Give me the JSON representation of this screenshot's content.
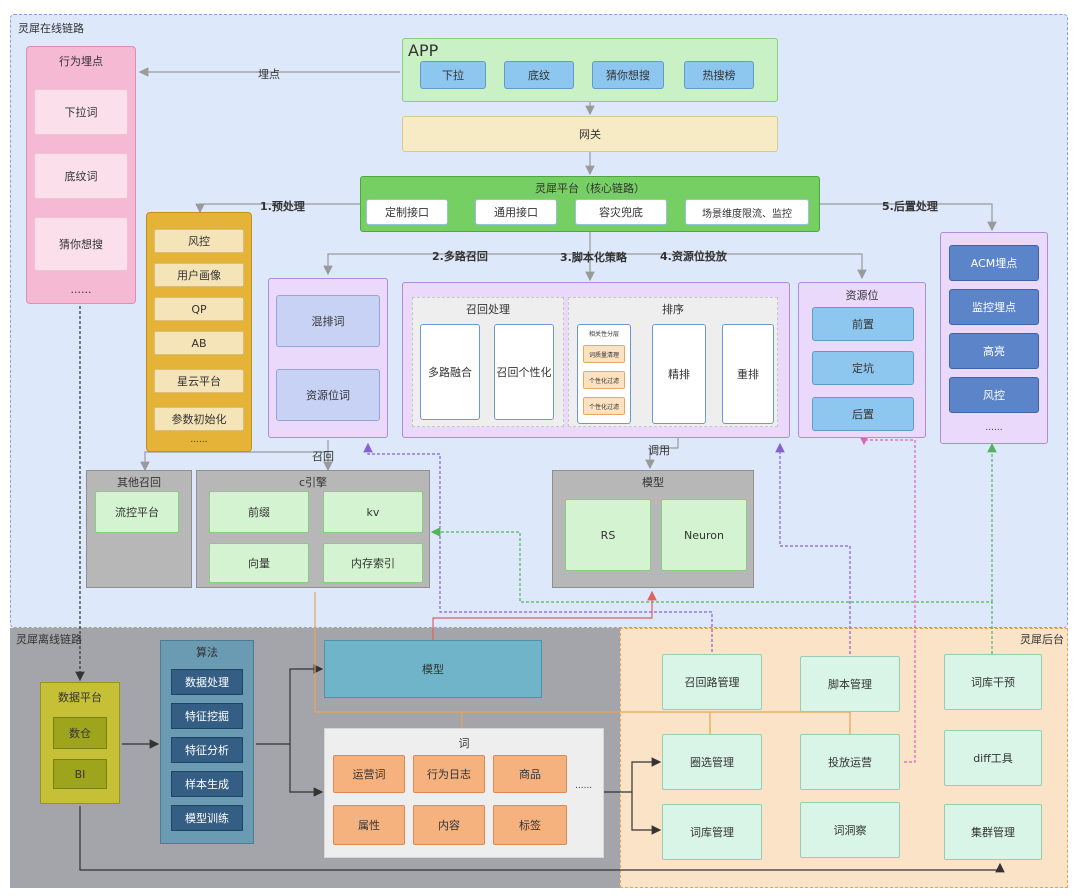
{
  "regions": {
    "online": "灵犀在线链路",
    "offline": "灵犀离线链路",
    "backend": "灵犀后台"
  },
  "behavior": {
    "title": "行为埋点",
    "items": [
      "下拉词",
      "底纹词",
      "猜你想搜",
      "......"
    ]
  },
  "labels": {
    "maidian": "埋点",
    "preprocess": "1.预处理",
    "multirecall": "2.多路召回",
    "script": "3.脚本化策略",
    "placement": "4.资源位投放",
    "postprocess": "5.后置处理",
    "recall": "召回",
    "call": "调用"
  },
  "app": {
    "title": "APP",
    "buttons": [
      "下拉",
      "底纹",
      "猜你想搜",
      "热搜榜"
    ]
  },
  "gateway": "网关",
  "core": {
    "title": "灵犀平台（核心链路）",
    "buttons": [
      "定制接口",
      "通用接口",
      "容灾兜底",
      "场景维度限流、监控"
    ]
  },
  "prep": {
    "items": [
      "风控",
      "用户画像",
      "QP",
      "AB",
      "星云平台",
      "参数初始化"
    ],
    "more": "......"
  },
  "mixed": {
    "items": [
      "混排词",
      "资源位词"
    ]
  },
  "strategy": {
    "recall_title": "召回处理",
    "rank_title": "排序",
    "fusion": "多路融合",
    "personal": "召回个性化",
    "relevance_title": "相关性分层",
    "small": [
      "词质量清理",
      "个性化过滤",
      "个性化过滤"
    ],
    "fine": "精排",
    "rerank": "重排"
  },
  "resource": {
    "title": "资源位",
    "items": [
      "前置",
      "定坑",
      "后置"
    ]
  },
  "acm": {
    "items": [
      "ACM埋点",
      "监控埋点",
      "高亮",
      "风控"
    ],
    "more": "......"
  },
  "other_recall": {
    "title": "其他召回",
    "item": "流控平台"
  },
  "engine": {
    "title": "c引擎",
    "items": [
      "前缀",
      "kv",
      "向量",
      "内存索引"
    ]
  },
  "model_online": {
    "title": "模型",
    "items": [
      "RS",
      "Neuron"
    ]
  },
  "data_platform": {
    "title": "数据平台",
    "items": [
      "数仓",
      "BI"
    ]
  },
  "algorithm": {
    "title": "算法",
    "items": [
      "数据处理",
      "特征挖掘",
      "特征分析",
      "样本生成",
      "模型训练"
    ]
  },
  "model_offline": "模型",
  "words": {
    "title": "词",
    "items": [
      "运营词",
      "行为日志",
      "商品",
      "属性",
      "内容",
      "标签"
    ],
    "more": "......"
  },
  "backend": {
    "items": [
      "召回路管理",
      "脚本管理",
      "词库干预",
      "圈选管理",
      "投放运营",
      "diff工具",
      "词库管理",
      "词洞察",
      "集群管理"
    ]
  }
}
